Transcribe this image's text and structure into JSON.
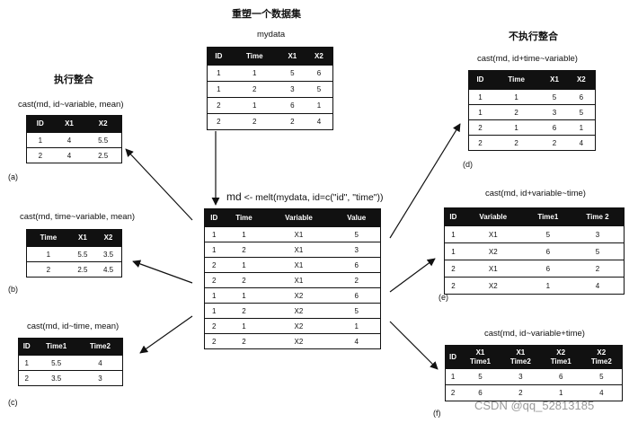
{
  "top_title": "重塑一个数据集",
  "left_title": "执行整合",
  "right_title": "不执行整合",
  "mydata": {
    "caption": "mydata",
    "headers": [
      "ID",
      "Time",
      "X1",
      "X2"
    ],
    "rows": [
      [
        "1",
        "1",
        "5",
        "6"
      ],
      [
        "1",
        "2",
        "3",
        "5"
      ],
      [
        "2",
        "1",
        "6",
        "1"
      ],
      [
        "2",
        "2",
        "2",
        "4"
      ]
    ]
  },
  "melt": {
    "caption_prefix": "md",
    "caption_rest": " <- melt(mydata, id=c(\"id\", \"time\"))",
    "headers": [
      "ID",
      "Time",
      "Variable",
      "Value"
    ],
    "rows": [
      [
        "1",
        "1",
        "X1",
        "5"
      ],
      [
        "1",
        "2",
        "X1",
        "3"
      ],
      [
        "2",
        "1",
        "X1",
        "6"
      ],
      [
        "2",
        "2",
        "X1",
        "2"
      ],
      [
        "1",
        "1",
        "X2",
        "6"
      ],
      [
        "1",
        "2",
        "X2",
        "5"
      ],
      [
        "2",
        "1",
        "X2",
        "1"
      ],
      [
        "2",
        "2",
        "X2",
        "4"
      ]
    ]
  },
  "cast_a": {
    "caption": "cast(md, id~variable, mean)",
    "label": "(a)",
    "headers": [
      "ID",
      "X1",
      "X2"
    ],
    "rows": [
      [
        "1",
        "4",
        "5.5"
      ],
      [
        "2",
        "4",
        "2.5"
      ]
    ]
  },
  "cast_b": {
    "caption": "cast(md, time~variable, mean)",
    "label": "(b)",
    "headers": [
      "Time",
      "X1",
      "X2"
    ],
    "rows": [
      [
        "1",
        "5.5",
        "3.5"
      ],
      [
        "2",
        "2.5",
        "4.5"
      ]
    ]
  },
  "cast_c": {
    "caption": "cast(md, id~time, mean)",
    "label": "(c)",
    "headers": [
      "ID",
      "Time1",
      "Time2"
    ],
    "rows": [
      [
        "1",
        "5.5",
        "4"
      ],
      [
        "2",
        "3.5",
        "3"
      ]
    ]
  },
  "cast_d": {
    "caption": "cast(md, id+time~variable)",
    "label": "(d)",
    "headers": [
      "ID",
      "Time",
      "X1",
      "X2"
    ],
    "rows": [
      [
        "1",
        "1",
        "5",
        "6"
      ],
      [
        "1",
        "2",
        "3",
        "5"
      ],
      [
        "2",
        "1",
        "6",
        "1"
      ],
      [
        "2",
        "2",
        "2",
        "4"
      ]
    ]
  },
  "cast_e": {
    "caption": "cast(md, id+variable~time)",
    "label": "(e)",
    "headers": [
      "ID",
      "Variable",
      "Time1",
      "Time 2"
    ],
    "rows": [
      [
        "1",
        "X1",
        "5",
        "3"
      ],
      [
        "1",
        "X2",
        "6",
        "5"
      ],
      [
        "2",
        "X1",
        "6",
        "2"
      ],
      [
        "2",
        "X2",
        "1",
        "4"
      ]
    ]
  },
  "cast_f": {
    "caption": "cast(md, id~variable+time)",
    "label": "(f)",
    "headers": [
      [
        "ID",
        ""
      ],
      [
        "X1",
        "Time1"
      ],
      [
        "X1",
        "Time2"
      ],
      [
        "X2",
        "Time1"
      ],
      [
        "X2",
        "Time2"
      ]
    ],
    "rows": [
      [
        "1",
        "5",
        "3",
        "6",
        "5"
      ],
      [
        "2",
        "6",
        "2",
        "1",
        "4"
      ]
    ]
  },
  "watermark": "CSDN @qq_52813185"
}
